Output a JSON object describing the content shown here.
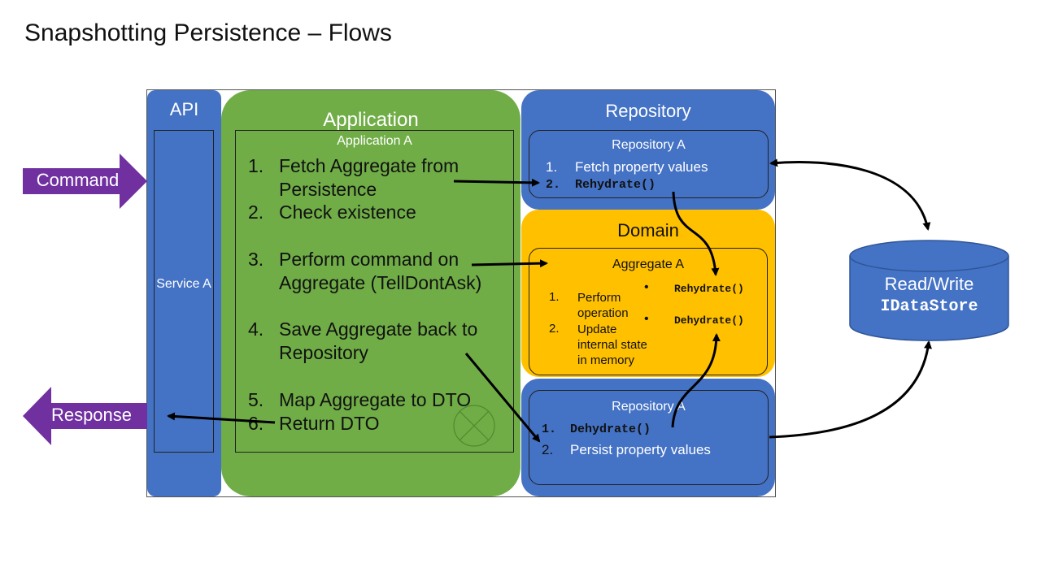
{
  "title": "Snapshotting Persistence – Flows",
  "api": {
    "label": "API",
    "service_label": "Service A"
  },
  "application": {
    "label": "Application",
    "sub_label": "Application A",
    "steps": [
      {
        "num": "1.",
        "text": "Fetch Aggregate from Persistence"
      },
      {
        "num": "2.",
        "text": "Check existence"
      },
      {
        "num": "3.",
        "text": "Perform command on Aggregate (TellDontAsk)"
      },
      {
        "num": "4.",
        "text": "Save Aggregate back to Repository"
      },
      {
        "num": "5.",
        "text": "Map Aggregate to DTO"
      },
      {
        "num": "6.",
        "text": "Return DTO"
      }
    ]
  },
  "repository_top": {
    "label": "Repository",
    "sub_label": "Repository A",
    "items": [
      {
        "num": "1.",
        "text": "Fetch property values"
      },
      {
        "num": "2.",
        "text": "Rehydrate()"
      }
    ]
  },
  "domain": {
    "label": "Domain",
    "sub_label": "Aggregate A",
    "steps": [
      {
        "num": "1.",
        "text": "Perform operation"
      },
      {
        "num": "2.",
        "text": "Update internal state in memory"
      }
    ],
    "methods": [
      "Rehydrate()",
      "Dehydrate()"
    ]
  },
  "repository_bottom": {
    "sub_label": "Repository A",
    "items": [
      {
        "num": "1.",
        "text": "Dehydrate()"
      },
      {
        "num": "2.",
        "text": "Persist property values"
      }
    ]
  },
  "command_label": "Command",
  "response_label": "Response",
  "datastore": {
    "line1": "Read/Write",
    "line2": "IDataStore"
  },
  "colors": {
    "blue": "#4472c4",
    "green": "#70ad47",
    "yellow": "#ffc000",
    "purple": "#7030a0"
  }
}
